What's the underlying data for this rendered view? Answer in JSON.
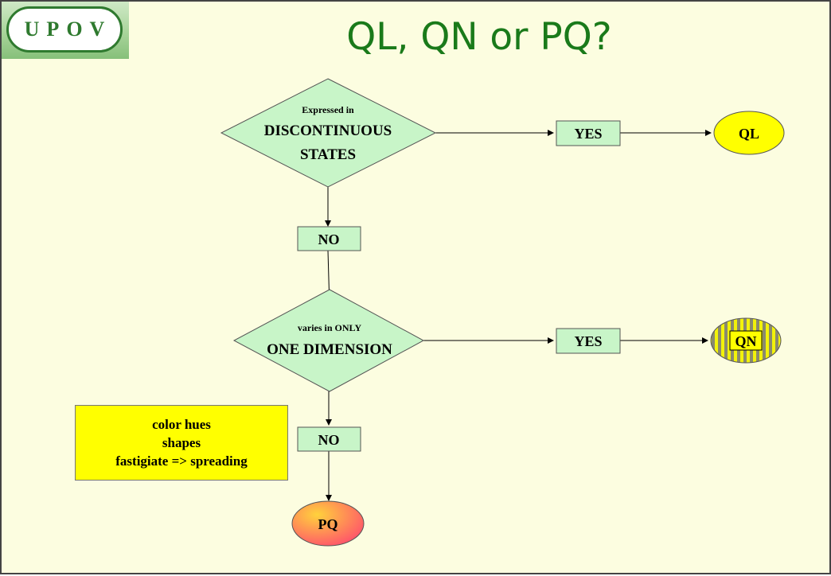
{
  "slide": {
    "logo_text": "UPOV",
    "title": "QL, QN or PQ?"
  },
  "flowchart": {
    "decision1": {
      "small": "Expressed in",
      "line1": "DISCONTINUOUS",
      "line2": "STATES"
    },
    "yes1": "YES",
    "result_ql": "QL",
    "no1": "NO",
    "decision2": {
      "small": "varies in ONLY",
      "line1": "ONE DIMENSION"
    },
    "yes2": "YES",
    "result_qn": "QN",
    "no2": "NO",
    "result_pq": "PQ",
    "examples": [
      "color hues",
      "shapes",
      "fastigiate => spreading"
    ]
  },
  "colors": {
    "background": "#fcfde0",
    "title": "#1a7a1a",
    "diamond_fill": "#c8f5c8",
    "ql_fill": "#ffff00",
    "qn_stripe_a": "#f2f20a",
    "qn_stripe_b": "#8a8a6e",
    "pq_gradient": [
      "#ffd23c",
      "#ff4d6d"
    ],
    "note_fill": "#ffff00"
  }
}
